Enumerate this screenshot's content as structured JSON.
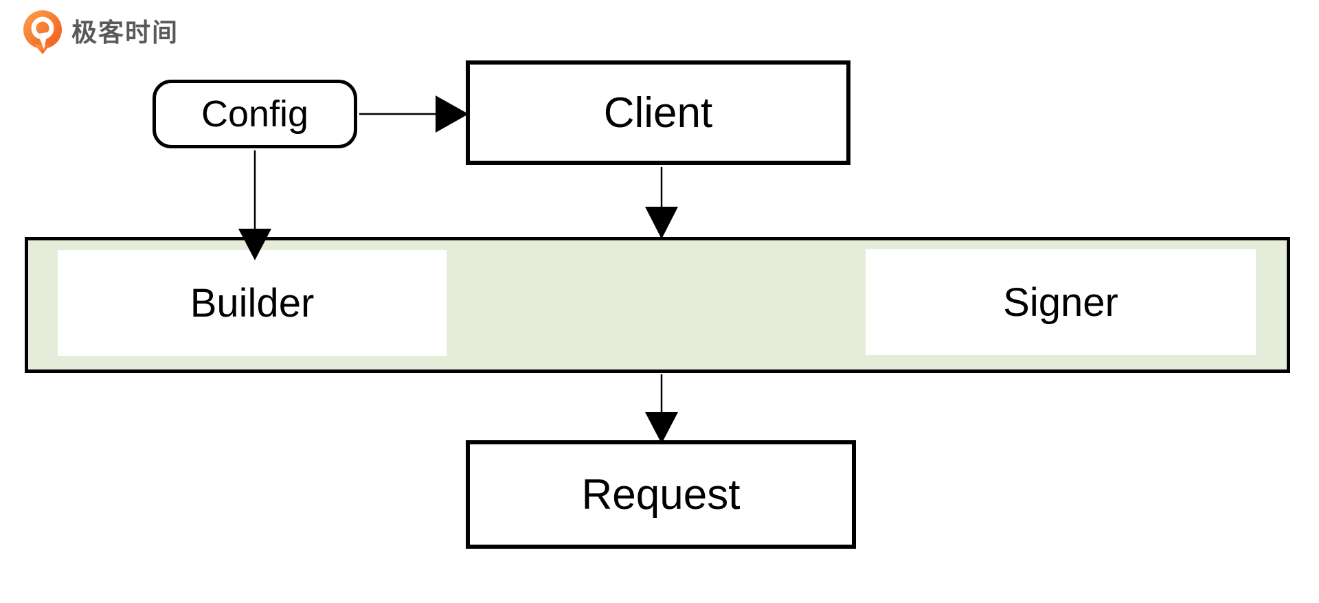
{
  "logo": {
    "brand_text": "极客时间",
    "icon_name": "geektime-logo-icon",
    "colors": {
      "orange_start": "#fba14b",
      "orange_end": "#f25a1c",
      "text": "#58595b"
    }
  },
  "diagram": {
    "type": "flowchart",
    "colors": {
      "background": "#ffffff",
      "band_fill": "#e5edda",
      "node_fill": "#ffffff",
      "stroke": "#000000"
    },
    "nodes": {
      "config": {
        "label": "Config",
        "shape": "rounded-rect"
      },
      "client": {
        "label": "Client",
        "shape": "rect"
      },
      "builder": {
        "label": "Builder",
        "shape": "rect-on-band"
      },
      "signer": {
        "label": "Signer",
        "shape": "rect-on-band"
      },
      "request": {
        "label": "Request",
        "shape": "rect"
      }
    },
    "edges": [
      {
        "from": "Config",
        "to": "Client",
        "direction": "right"
      },
      {
        "from": "Config",
        "to": "Builder",
        "direction": "down"
      },
      {
        "from": "Client",
        "to": "middleware-band",
        "direction": "down"
      },
      {
        "from": "middleware-band",
        "to": "Request",
        "direction": "down"
      }
    ]
  }
}
